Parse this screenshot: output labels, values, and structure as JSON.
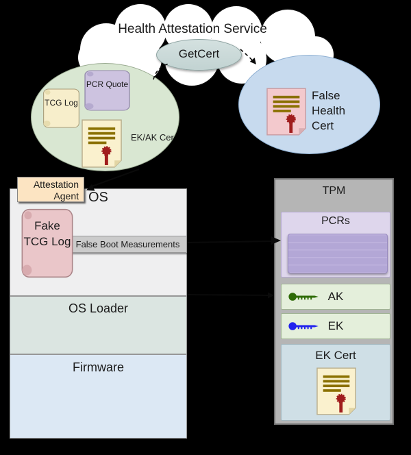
{
  "cloud": {
    "title": "Health Attestation Service",
    "getcert_label": "GetCert"
  },
  "attestation_bundle": {
    "tcg_log": "TCG Log",
    "pcr_quote": "PCR Quote",
    "ek_ak_cert": "EK/AK Cert"
  },
  "false_cert": {
    "label": "False Health Cert"
  },
  "host": {
    "attestation_agent": "Attestation Agent",
    "os": "OS",
    "fake_tcg_log": "Fake TCG Log",
    "false_boot_measurements": "False Boot Measurements",
    "os_loader": "OS Loader",
    "firmware": "Firmware"
  },
  "tpm": {
    "title": "TPM",
    "pcrs": "PCRs",
    "ak": "AK",
    "ek": "EK",
    "ek_cert": "EK Cert"
  },
  "colors": {
    "background": "#000000",
    "cloud_fill": "#ffffff",
    "bundle_ellipse_fill": "#d9e7d2",
    "false_cert_ellipse_fill": "#c7daee",
    "getcert_fill": "#c9d8d7",
    "scroll_cream": "#f7eecb",
    "scroll_cream_curl": "#e7dcae",
    "scroll_purple": "#cdc3e0",
    "scroll_purple_curl": "#b5aacf",
    "scroll_pink": "#eac6c9",
    "scroll_pink_curl": "#d8abaf",
    "cert_cream": "#faf1ce",
    "cert_cream_fold": "#e2d5a4",
    "cert_pink": "#f3c9cd",
    "cert_pink_fold": "#d9aeb3",
    "cert_lines_gold": "#8a7000",
    "cert_seal_red": "#a01d1d",
    "agent_fill": "#fce4c2",
    "os_fill": "#efeff0",
    "os_loader_fill": "#dbe5e1",
    "firmware_fill": "#dce8f4",
    "measurements_bar_fill": "#cbcbcb",
    "tpm_fill": "#b5b5b5",
    "pcrs_fill": "#ded6ec",
    "pcr_bank_fill": "#b3a7d6",
    "key_row_fill": "#e4efdb",
    "ek_cert_fill": "#cfdfe6",
    "ak_key_color": "#2e6b07",
    "ek_key_color": "#2222ee",
    "arrow_color": "#0a0a0a"
  }
}
